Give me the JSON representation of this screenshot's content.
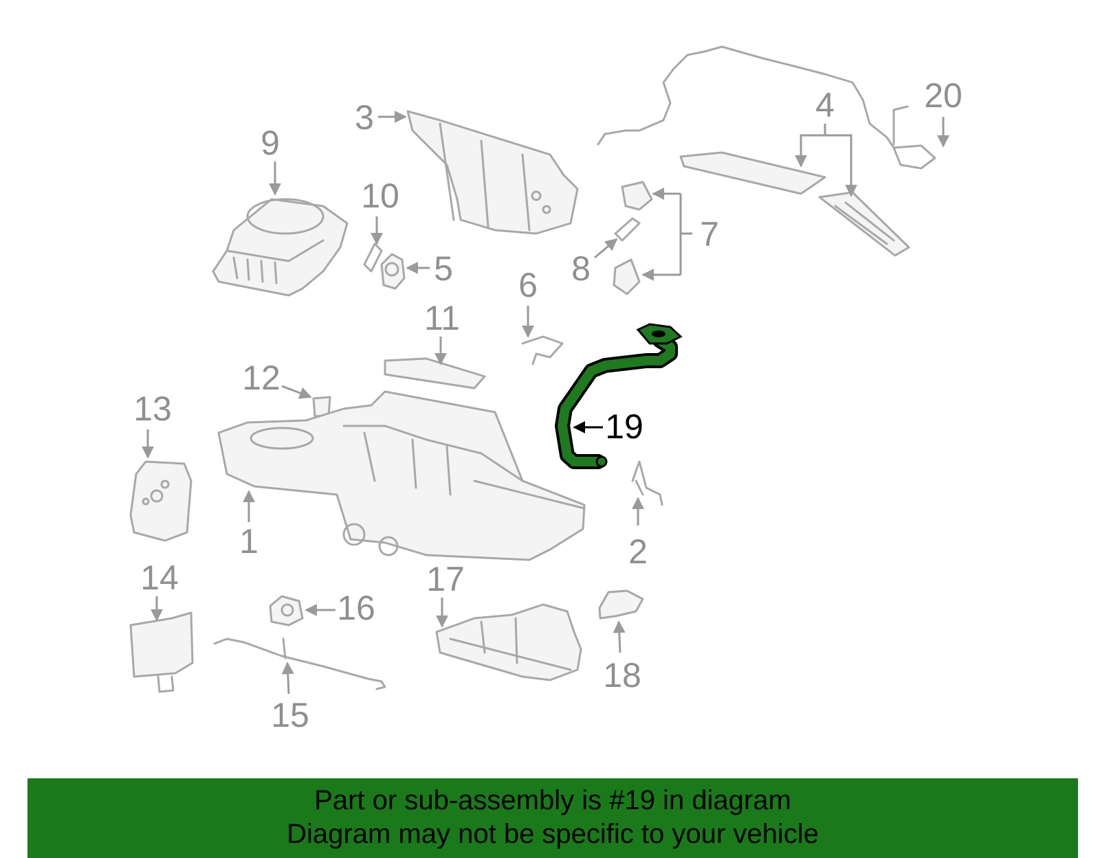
{
  "callouts": {
    "c1": "1",
    "c2": "2",
    "c3": "3",
    "c4": "4",
    "c5": "5",
    "c6": "6",
    "c7": "7",
    "c8": "8",
    "c9": "9",
    "c10": "10",
    "c11": "11",
    "c12": "12",
    "c13": "13",
    "c14": "14",
    "c15": "15",
    "c16": "16",
    "c17": "17",
    "c18": "18",
    "c19": "19",
    "c20": "20"
  },
  "highlighted_part": "19",
  "banner": {
    "line1": "Part or sub-assembly is #19 in diagram",
    "line2": "Diagram may not be specific to your vehicle",
    "color": "#1a7a1a"
  },
  "colors": {
    "part_outline": "#a8a8a8",
    "highlight": "#1f7a1f"
  }
}
